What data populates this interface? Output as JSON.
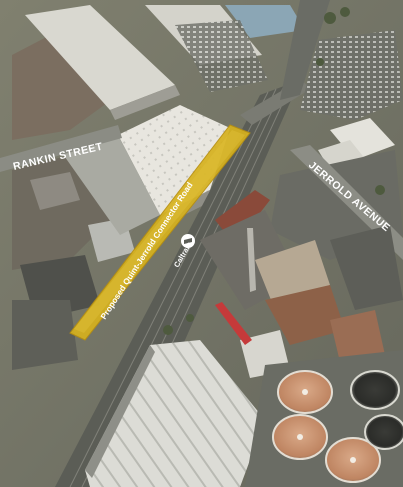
{
  "labels": {
    "rankin_street": "RANKIN STREET",
    "jerrold_avenue": "JERROLD AVENUE",
    "proposed_road": "Proposed Quint-Jerrold Connector Road",
    "caltrain": "Caltrain"
  },
  "colors": {
    "highlight_road": "#d6b11e",
    "highlight_road_edge": "#b8900f",
    "label_text": "#ffffff",
    "ground": "#7b7d6f",
    "rail": "#5a5c55",
    "roof_white": "#e6e4dc",
    "tank": "#c9916f"
  },
  "icons": {
    "caltrain_logo": "caltrain-logo-icon"
  }
}
